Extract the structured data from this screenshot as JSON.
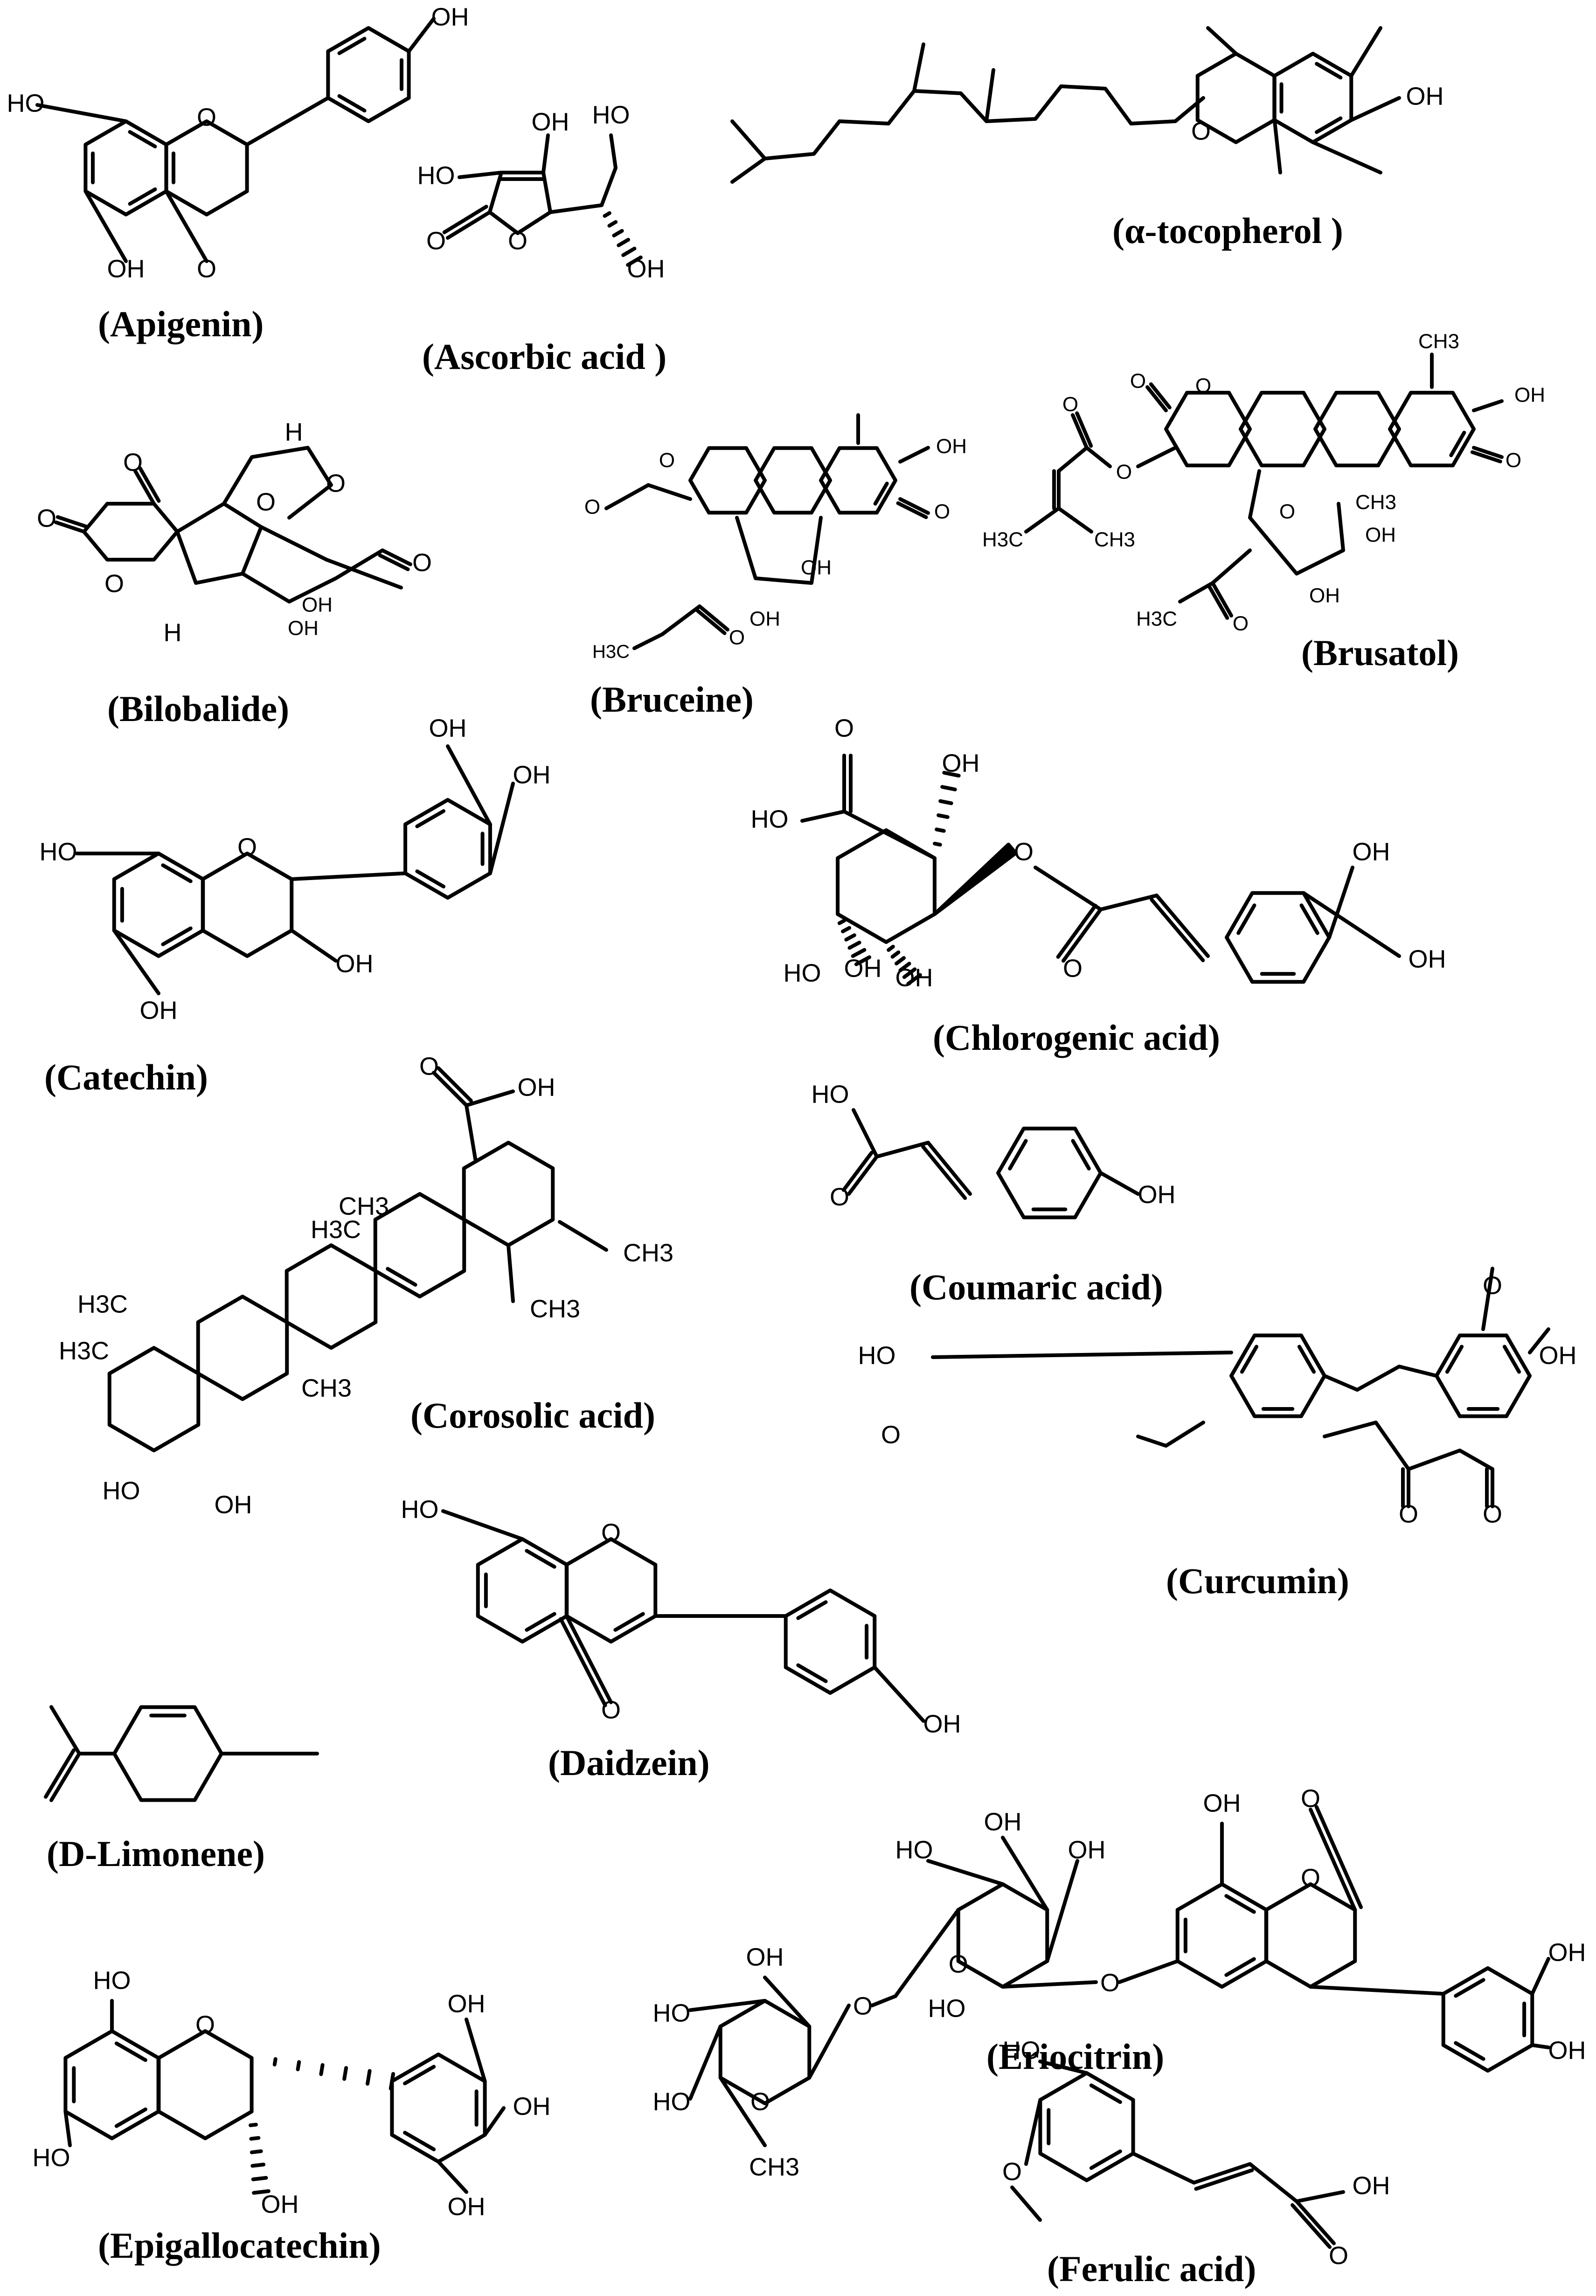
{
  "figure": {
    "background": "#ffffff",
    "ink": "#000000",
    "captions": {
      "apigenin": "(Apigenin)",
      "ascorbic_acid": "(Ascorbic acid )",
      "tocopherol": "(α-tocopherol )",
      "bilobalide": "(Bilobalide)",
      "bruceine": "(Bruceine)",
      "brusatol": "(Brusatol)",
      "catechin": "(Catechin)",
      "chlorogenic_acid": "(Chlorogenic acid)",
      "coumaric_acid": "(Coumaric acid)",
      "corosolic_acid": "(Corosolic acid)",
      "curcumin": "(Curcumin)",
      "daidzein": "(Daidzein)",
      "d_limonene": "(D-Limonene)",
      "epigallocatechin": "(Epigallocatechin)",
      "eriocitrin": "(Eriocitrin)",
      "ferulic_acid": "(Ferulic acid)"
    },
    "atom_labels": {
      "oh": "OH",
      "ho": "HO",
      "o": "O",
      "h": "H",
      "ch3": "CH3",
      "h3c": "H3C"
    }
  }
}
